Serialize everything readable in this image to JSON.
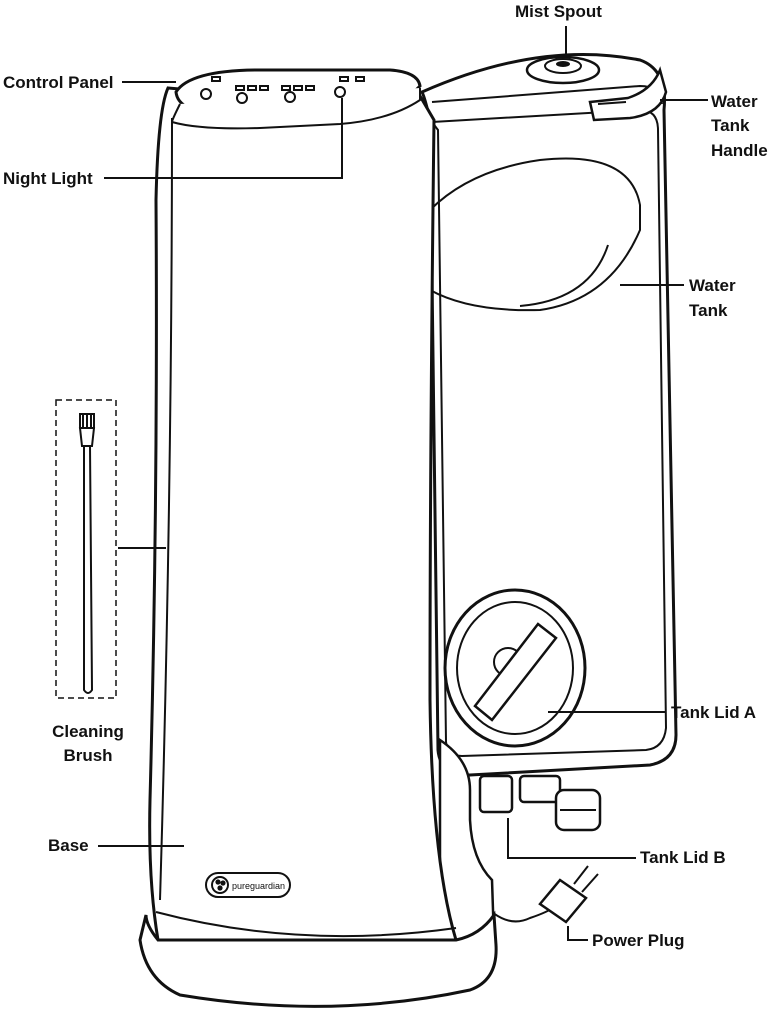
{
  "labels": {
    "mist_spout": "Mist Spout",
    "control_panel": "Control Panel",
    "water_tank_handle": [
      "Water",
      "Tank",
      "Handle"
    ],
    "night_light": "Night Light",
    "water_tank": [
      "Water",
      "Tank"
    ],
    "cleaning_brush": [
      "Cleaning",
      "Brush"
    ],
    "tank_lid": "Tank Lid A",
    "base": "Base",
    "tank_lid_b": "Tank Lid B",
    "power_plug": "Power Plug"
  },
  "brand_logo_text": "pureguardian"
}
